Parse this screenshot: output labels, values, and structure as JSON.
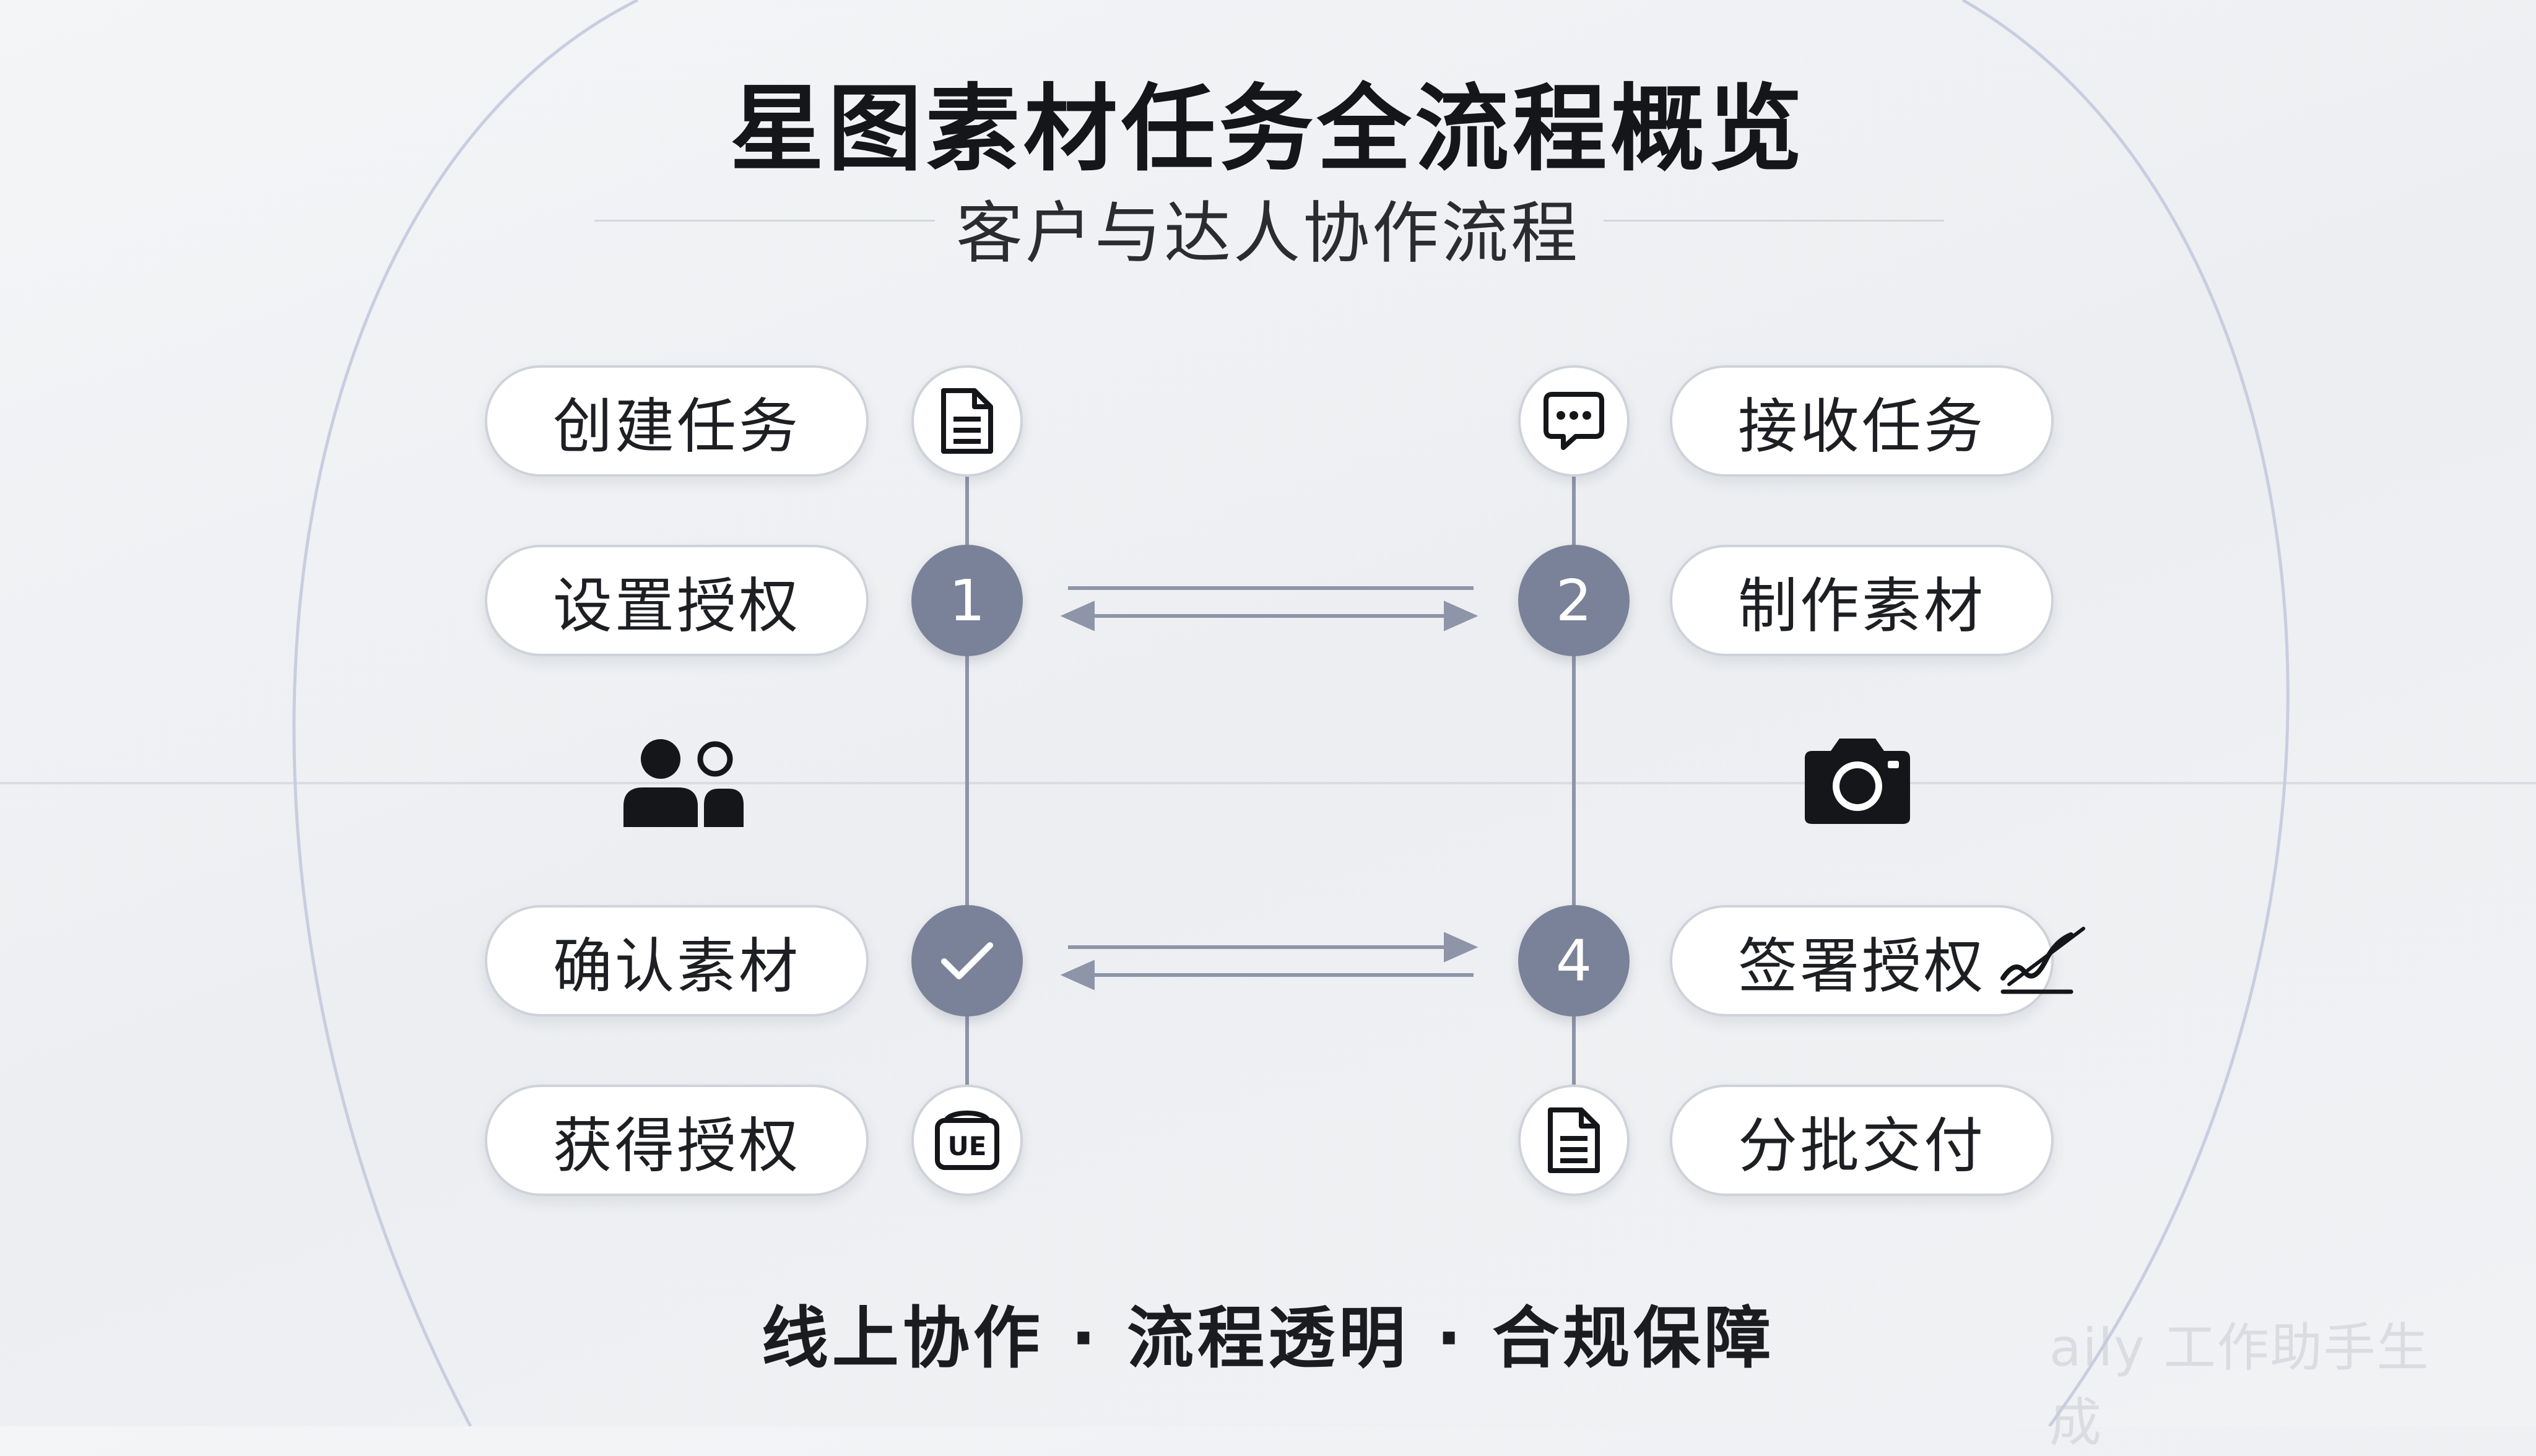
{
  "title": "星图素材任务全流程概览",
  "subtitle": "客户与达人协作流程",
  "footer": "线上协作 · 流程透明 · 合规保障",
  "watermark": "aily 工作助手生成",
  "client_steps": [
    {
      "label": "创建任务",
      "marker": "document-icon"
    },
    {
      "label": "设置授权",
      "marker": "1"
    },
    {
      "label": "确认素材",
      "marker": "checkmark-icon"
    },
    {
      "label": "获得授权",
      "marker": "license-stamp-icon",
      "marker_text": "UE"
    }
  ],
  "creator_steps": [
    {
      "label": "接收任务",
      "marker": "chat-bubble-icon"
    },
    {
      "label": "制作素材",
      "marker": "2"
    },
    {
      "label": "签署授权",
      "marker": "4",
      "extra_icon": "signature-icon"
    },
    {
      "label": "分批交付",
      "marker": "document-icon"
    }
  ],
  "client_icon": "users-icon",
  "creator_icon": "camera-icon",
  "colors": {
    "node_fill": "#7a8299",
    "line": "#8e95a8",
    "pill_border": "#cfd2da",
    "text": "#1b1c20"
  }
}
